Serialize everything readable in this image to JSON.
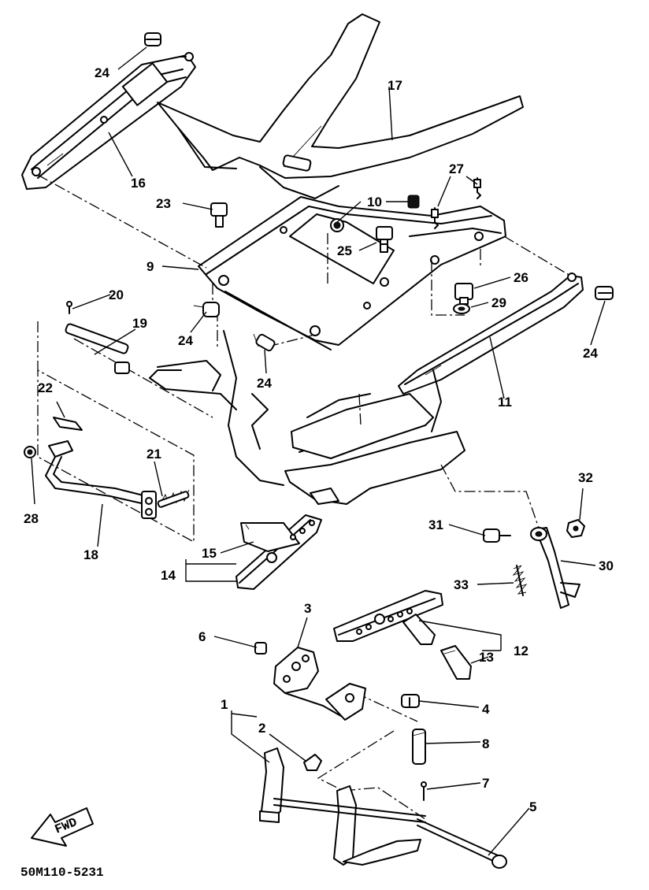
{
  "diagram": {
    "part_labels": {
      "l1": "1",
      "l2": "2",
      "l3": "3",
      "l4": "4",
      "l5": "5",
      "l6": "6",
      "l7": "7",
      "l8": "8",
      "l9": "9",
      "l10": "10",
      "l11": "11",
      "l12": "12",
      "l13": "13",
      "l14": "14",
      "l15": "15",
      "l16": "16",
      "l17": "17",
      "l18": "18",
      "l19": "19",
      "l20": "20",
      "l21": "21",
      "l22": "22",
      "l23": "23",
      "l24a": "24",
      "l24b": "24",
      "l24c": "24",
      "l24d": "24",
      "l25": "25",
      "l26": "26",
      "l27": "27",
      "l28": "28",
      "l29": "29",
      "l30": "30",
      "l31": "31",
      "l32": "32",
      "l33": "33"
    },
    "fwd_label": "FWD",
    "drawing_code": "50M110-5231"
  }
}
